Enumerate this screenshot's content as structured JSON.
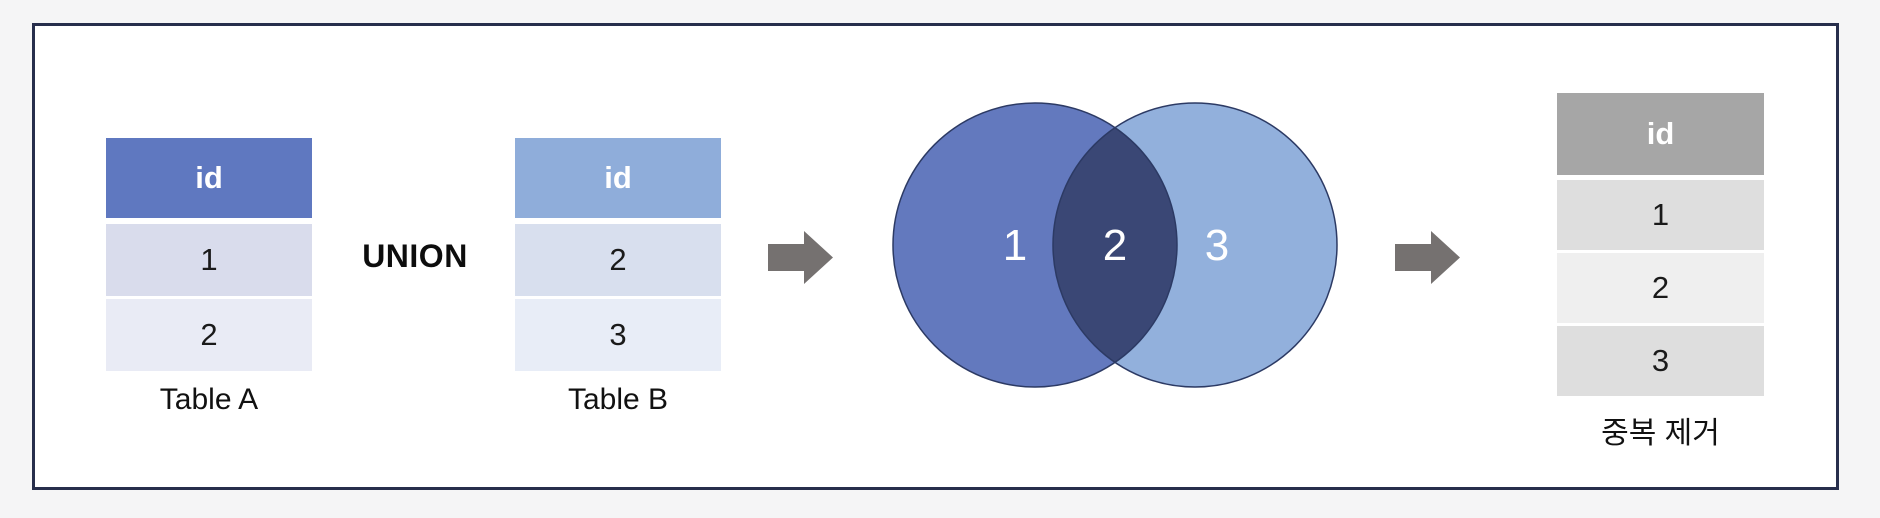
{
  "diagram": {
    "operator_label": "UNION",
    "table_a": {
      "header": "id",
      "rows": [
        "1",
        "2"
      ],
      "caption": "Table A"
    },
    "table_b": {
      "header": "id",
      "rows": [
        "2",
        "3"
      ],
      "caption": "Table B"
    },
    "venn": {
      "labels": [
        "1",
        "2",
        "3"
      ]
    },
    "result_table": {
      "header": "id",
      "rows": [
        "1",
        "2",
        "3"
      ],
      "caption": "중복 제거"
    },
    "colors": {
      "table_a_header": "#5F78C0",
      "table_a_row_1": "#D9DCEC",
      "table_a_row_2": "#E9EBF5",
      "table_b_header": "#8FADDA",
      "table_b_row_1": "#D8DFEE",
      "table_b_row_2": "#E8EDF7",
      "result_header": "#A6A6A6",
      "result_row_odd": "#DEDEDE",
      "result_row_even": "#EFEFEF",
      "venn_left_circle": "#6379BE",
      "venn_right_circle": "#92B0DC",
      "venn_overlap": "#3A4775",
      "venn_outline": "#2C3A64",
      "arrow": "#757170",
      "frame_border": "#272E4C",
      "page_background": "#F5F5F6"
    }
  }
}
